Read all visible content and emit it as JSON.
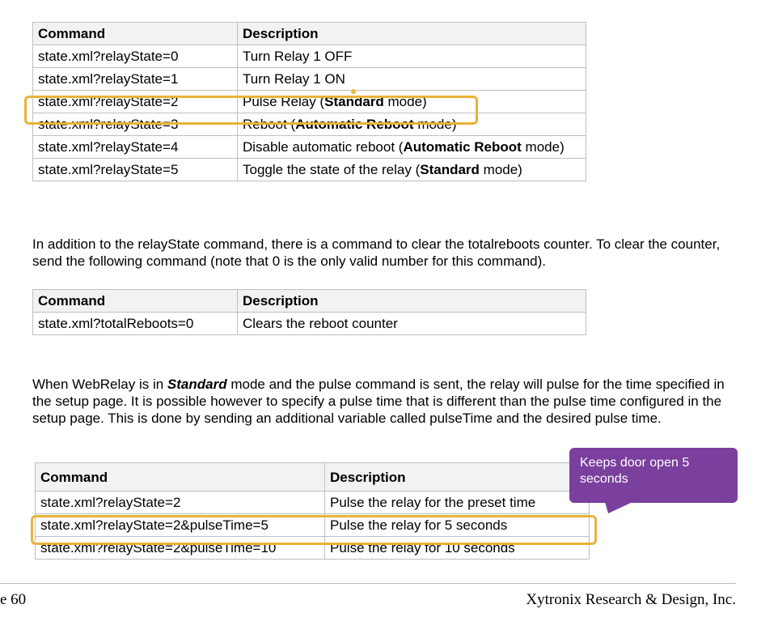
{
  "table1": {
    "headers": [
      "Command",
      "Description"
    ],
    "rows": [
      {
        "command": "state.xml?relayState=0",
        "desc": [
          {
            "t": "Turn Relay 1 OFF"
          }
        ]
      },
      {
        "command": "state.xml?relayState=1",
        "desc": [
          {
            "t": "Turn Relay 1 ON"
          }
        ]
      },
      {
        "command": "state.xml?relayState=2",
        "desc": [
          {
            "t": "Pulse Relay ("
          },
          {
            "t": "Standard",
            "b": true
          },
          {
            "t": " mode)"
          }
        ]
      },
      {
        "command": "state.xml?relayState=3",
        "desc": [
          {
            "t": "Reboot ("
          },
          {
            "t": "Automatic Reboot",
            "b": true
          },
          {
            "t": " mode)"
          }
        ]
      },
      {
        "command": "state.xml?relayState=4",
        "desc": [
          {
            "t": "Disable automatic reboot ("
          },
          {
            "t": "Automatic Reboot",
            "b": true
          },
          {
            "t": " mode)"
          }
        ]
      },
      {
        "command": "state.xml?relayState=5",
        "desc": [
          {
            "t": "Toggle the state of the relay ("
          },
          {
            "t": "Standard",
            "b": true
          },
          {
            "t": " mode)"
          }
        ]
      }
    ]
  },
  "paragraph1": "In addition to the relayState command, there is a command to clear the totalreboots counter. To clear the counter, send the following command (note that 0 is the only valid number for this command).",
  "table2": {
    "headers": [
      "Command",
      "Description"
    ],
    "rows": [
      {
        "command": "state.xml?totalReboots=0",
        "desc": [
          {
            "t": "Clears the reboot counter"
          }
        ]
      }
    ]
  },
  "paragraph2": [
    {
      "t": "When WebRelay is in "
    },
    {
      "t": "Standard",
      "b": true,
      "i": true
    },
    {
      "t": " mode and the pulse command is sent, the relay will pulse for the time specified in the setup page. It is possible however to specify a pulse time that is different than the pulse time configured in the setup page. This is done by sending an additional variable called pulseTime and the desired pulse time."
    }
  ],
  "table3": {
    "headers": [
      "Command",
      "Description"
    ],
    "rows": [
      {
        "command": "state.xml?relayState=2",
        "desc": [
          {
            "t": "Pulse the relay for the preset time"
          }
        ]
      },
      {
        "command": "state.xml?relayState=2&pulseTime=5",
        "desc": [
          {
            "t": "Pulse the relay for 5 seconds"
          }
        ]
      },
      {
        "command": "state.xml?relayState=2&pulseTime=10",
        "desc": [
          {
            "t": "Pulse the relay for 10 seconds"
          }
        ]
      }
    ]
  },
  "callout": {
    "text": "Keeps door open 5 seconds",
    "color": "#7b3f9e"
  },
  "highlight_color": "#e8b339",
  "footer": {
    "page": "e 60",
    "company": "Xytronix Research & Design, Inc."
  }
}
